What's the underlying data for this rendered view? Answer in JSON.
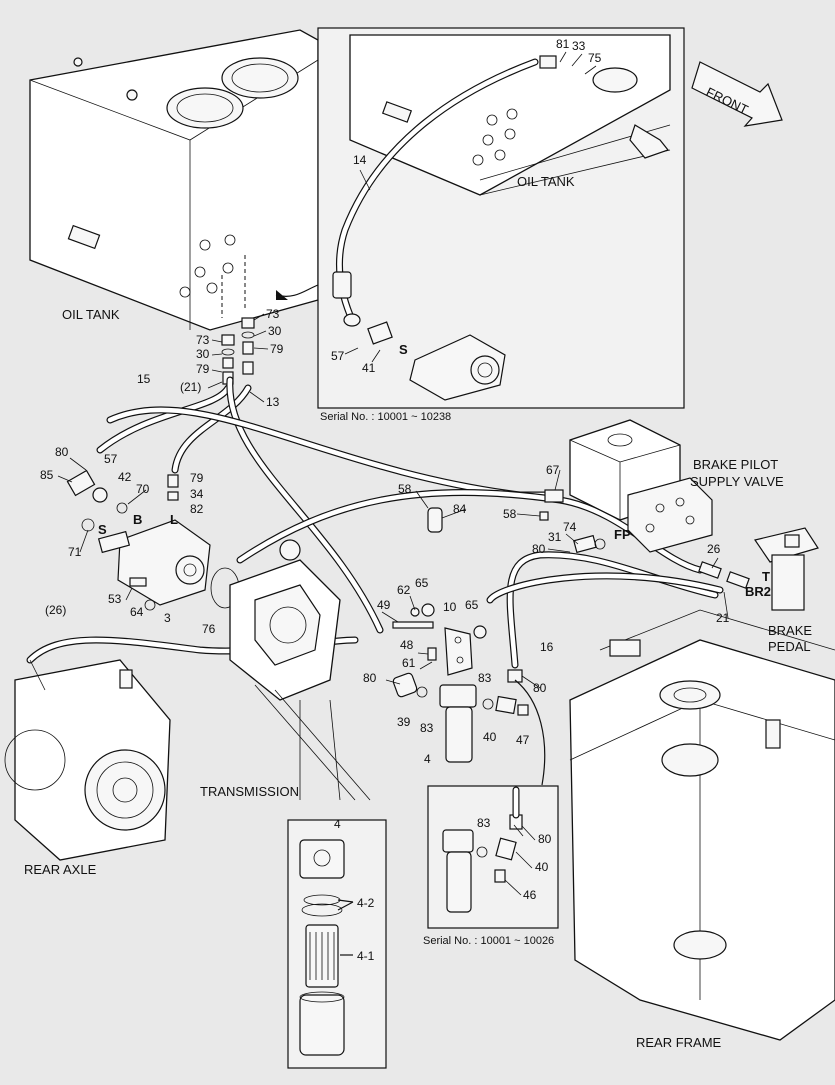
{
  "captions": {
    "oil_tank_main": "OIL TANK",
    "oil_tank_inset": "OIL TANK",
    "front": "FRONT",
    "transmission": "TRANSMISSION",
    "rear_axle": "REAR AXLE",
    "rear_frame": "REAR FRAME",
    "brake_pilot_1": "BRAKE PILOT",
    "brake_pilot_2": "SUPPLY VALVE",
    "brake_pedal_1": "BRAKE",
    "brake_pedal_2": "PEDAL"
  },
  "serials": {
    "inset_top": "Serial No. : 10001 ~ 10238",
    "inset_filter": "Serial No. : 10001 ~ 10026"
  },
  "port_labels": {
    "S_main": "S",
    "B": "B",
    "L": "L",
    "S_inset": "S",
    "FP": "FP",
    "T": "T",
    "BR2": "BR2"
  },
  "part_numbers": [
    "81",
    "33",
    "75",
    "14",
    "57",
    "41",
    "73",
    "73",
    "30",
    "30",
    "79",
    "79",
    "(21)",
    "13",
    "15",
    "80",
    "57",
    "85",
    "42",
    "70",
    "79",
    "34",
    "82",
    "71",
    "53",
    "64",
    "3",
    "76",
    "(26)",
    "58",
    "84",
    "67",
    "58",
    "74",
    "31",
    "80",
    "26",
    "21",
    "49",
    "62",
    "65",
    "10",
    "65",
    "48",
    "61",
    "80",
    "39",
    "83",
    "4",
    "83",
    "40",
    "47",
    "16",
    "80",
    "4",
    "4-2",
    "4-1",
    "83",
    "80",
    "40",
    "46"
  ]
}
